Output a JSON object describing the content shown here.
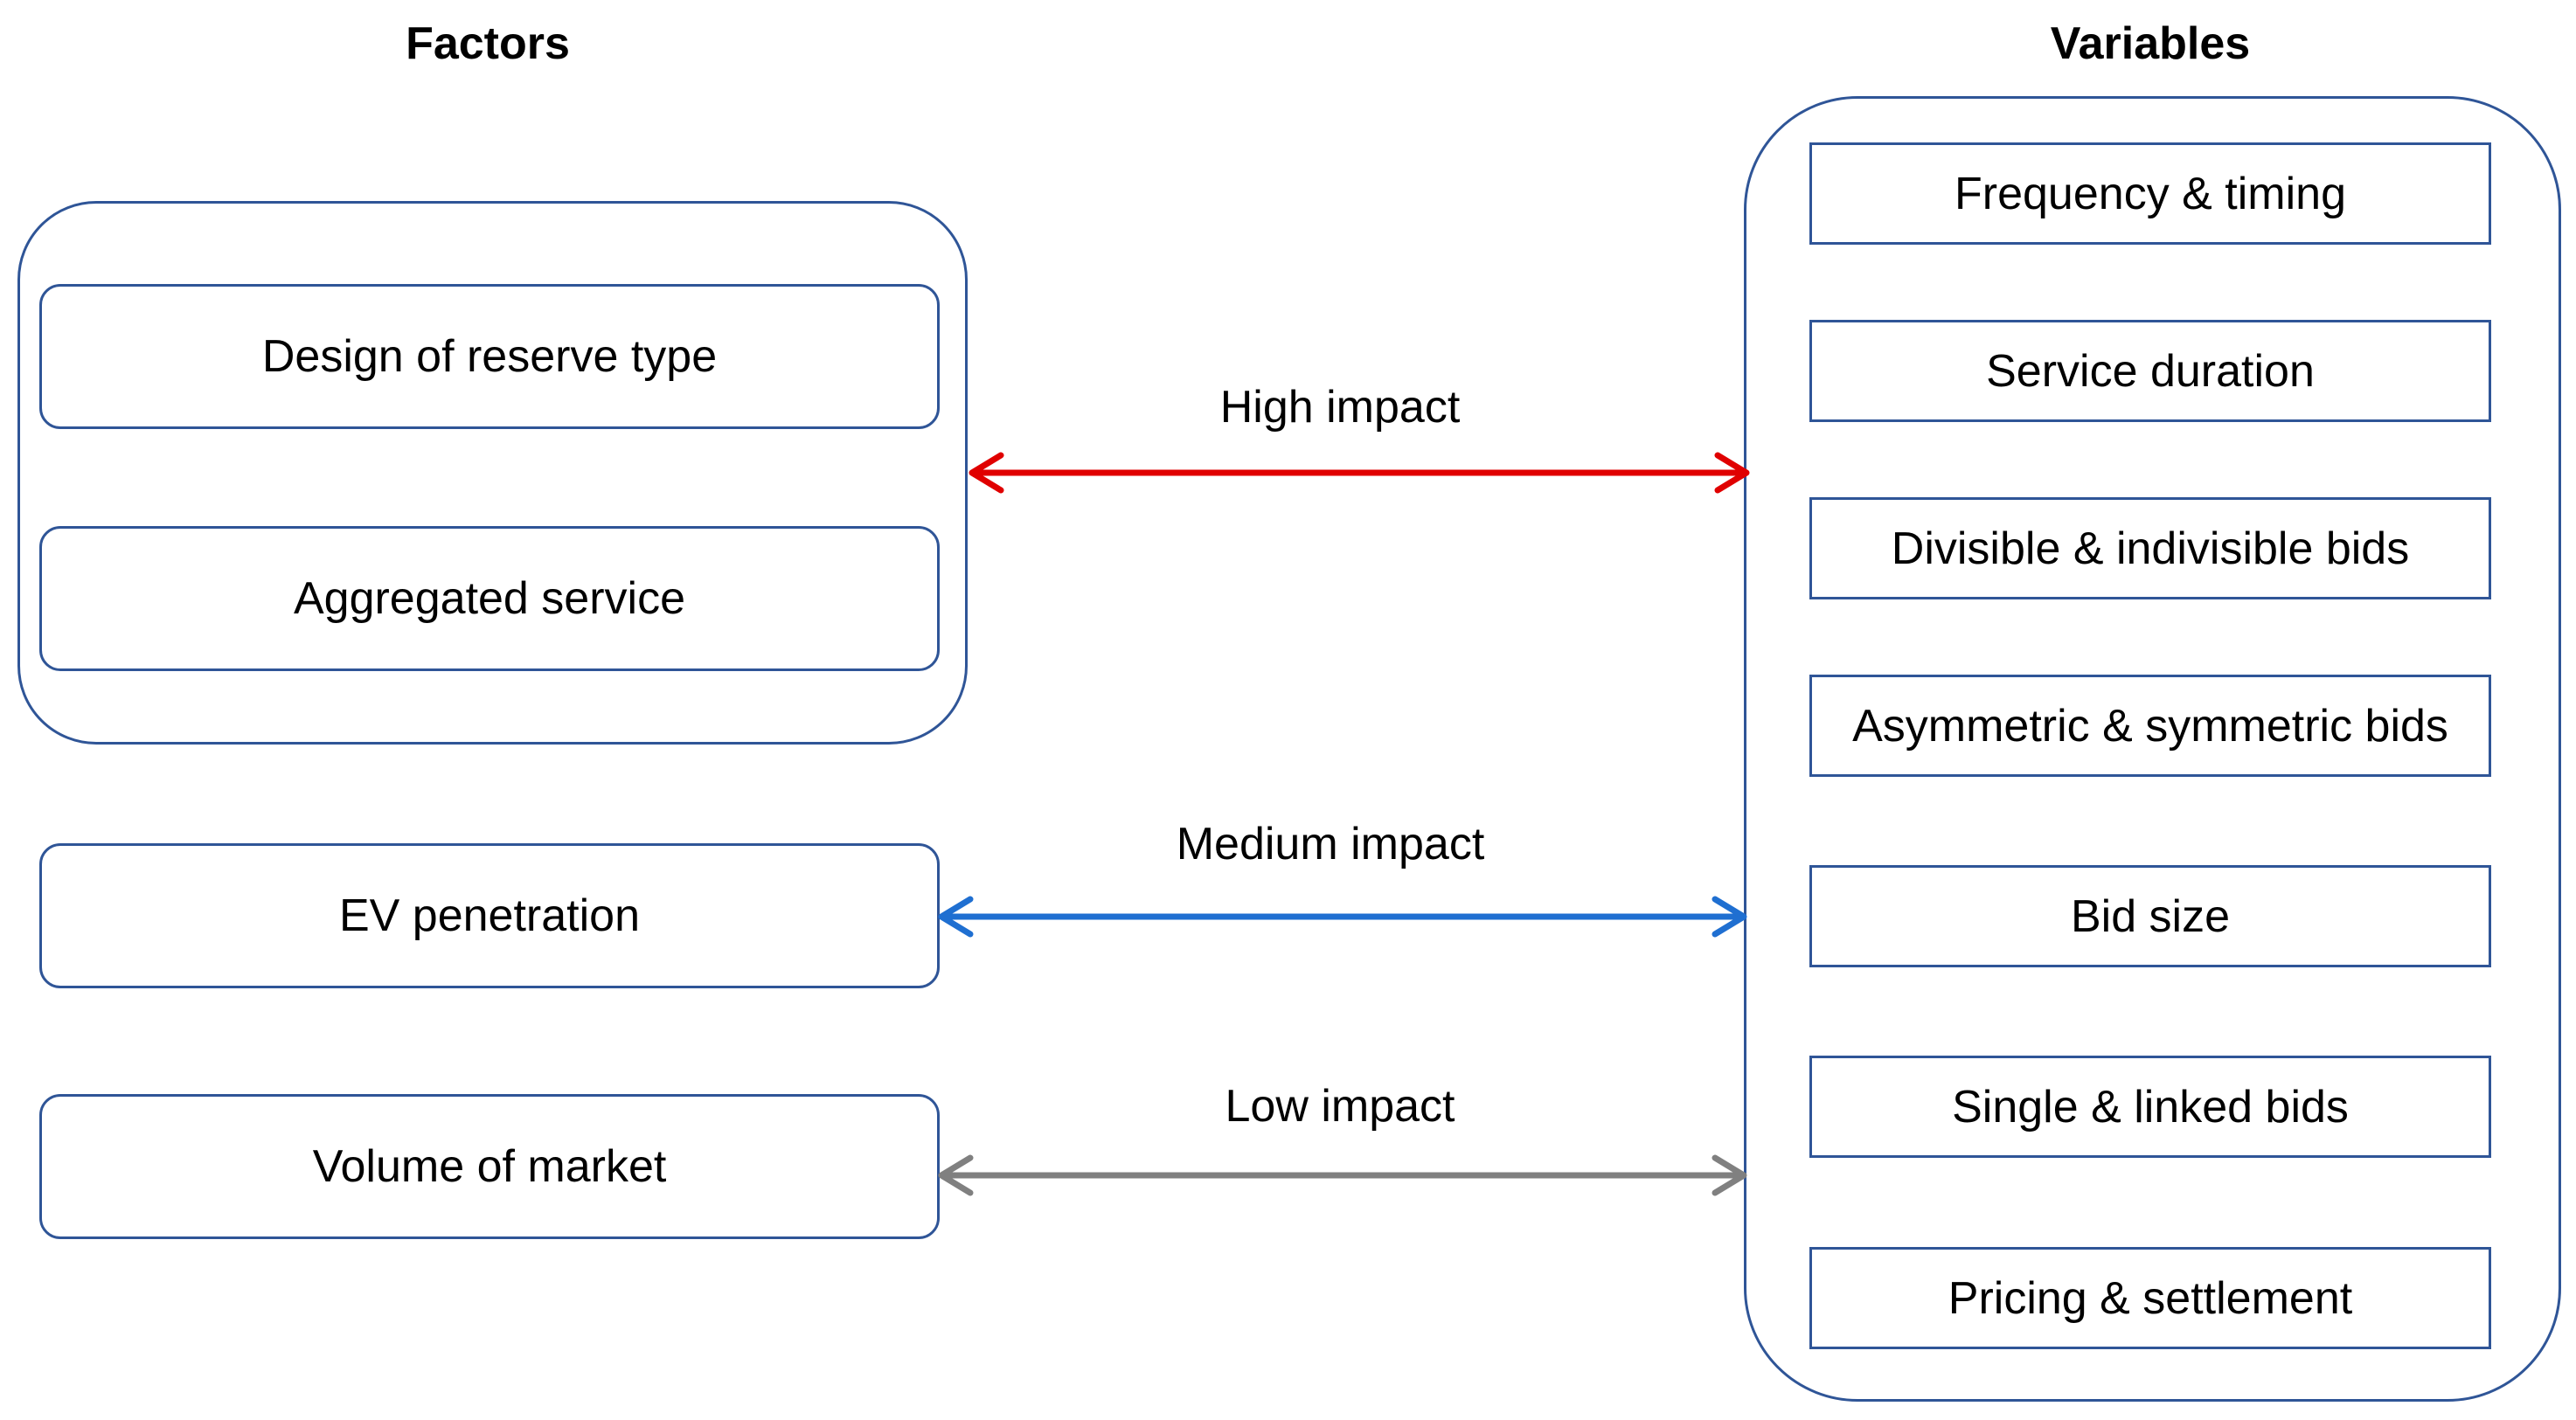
{
  "headings": {
    "factors": "Factors",
    "variables": "Variables"
  },
  "factors": {
    "group": [
      "Design of reserve type",
      "Aggregated service"
    ],
    "ev": "EV penetration",
    "volume": "Volume of market"
  },
  "variables": [
    "Frequency & timing",
    "Service duration",
    "Divisible & indivisible bids",
    "Asymmetric & symmetric bids",
    "Bid size",
    "Single & linked bids",
    "Pricing & settlement"
  ],
  "impacts": {
    "high": {
      "label": "High impact",
      "color": "#e00000"
    },
    "medium": {
      "label": "Medium impact",
      "color": "#1f6fd1"
    },
    "low": {
      "label": "Low impact",
      "color": "#808080"
    }
  },
  "colors": {
    "box_border": "#2f5597"
  }
}
